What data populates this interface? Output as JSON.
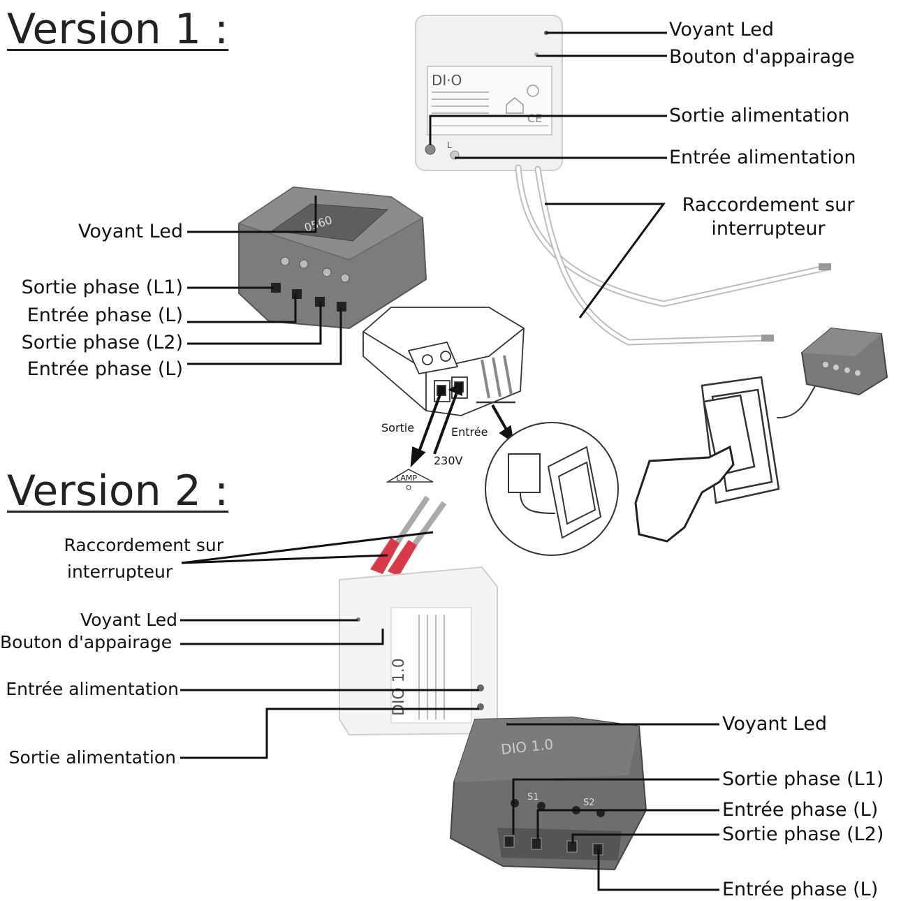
{
  "headings": {
    "v1": "Version 1 :",
    "v2": "Version 2 :"
  },
  "version1": {
    "white_module": {
      "brand": "DI·O",
      "labels": {
        "led": "Voyant Led",
        "pair": "Bouton d'appairage",
        "out_power": "Sortie alimentation",
        "in_power": "Entrée alimentation",
        "switch": [
          "Raccordement sur",
          "interrupteur"
        ]
      }
    },
    "grey_module": {
      "print": "0560",
      "labels": {
        "led": "Voyant Led",
        "out_l1": "Sortie phase (L1)",
        "in_l": "Entrée phase (L)",
        "out_l2": "Sortie phase (L2)",
        "in_l_2": "Entrée phase (L)"
      }
    },
    "wiring": {
      "sortie": "Sortie",
      "entree": "Entrée",
      "voltage": "230V",
      "lamp": "LAMP"
    }
  },
  "version2": {
    "white_module": {
      "brand": "DIO 1.0",
      "labels": {
        "switch": [
          "Raccordement sur",
          "interrupteur"
        ],
        "led": "Voyant Led",
        "pair": "Bouton d'appairage",
        "in_power": "Entrée alimentation",
        "out_power": "Sortie alimentation"
      }
    },
    "grey_module": {
      "brand": "DIO 1.0",
      "terminals": [
        "S1",
        "S2"
      ],
      "labels": {
        "led": "Voyant Led",
        "out_l1": "Sortie phase (L1)",
        "in_l": "Entrée phase (L)",
        "out_l2": "Sortie phase (L2)",
        "in_l_2": "Entrée phase (L)"
      }
    }
  },
  "colors": {
    "module_white": "#f1f1f1",
    "module_grey": "#6e6e6e",
    "wire_red": "#d93a4a",
    "line": "#111111"
  }
}
